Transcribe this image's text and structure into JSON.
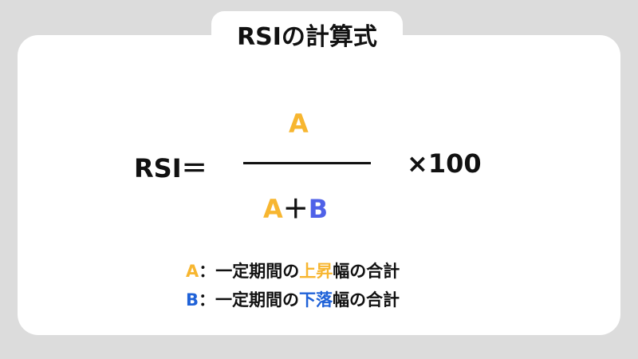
{
  "title": "RSIの計算式",
  "formula": {
    "lhs": "RSI＝",
    "numerator": "A",
    "denominator_a": "A",
    "plus": "＋",
    "denominator_b": "B",
    "multiplier": "×100"
  },
  "legend": [
    {
      "letter": "A",
      "colon": "：",
      "text_before": "一定期間の",
      "highlight": "上昇",
      "text_after": "幅の合計"
    },
    {
      "letter": "B",
      "colon": "：",
      "text_before": "一定期間の",
      "highlight": "下落",
      "text_after": "幅の合計"
    }
  ],
  "colors": {
    "background": "#dcdcdc",
    "card": "#ffffff",
    "a_color": "#f7b630",
    "b_color": "#4f61e8",
    "b_legend_color": "#1f62d8",
    "text": "#111111"
  }
}
